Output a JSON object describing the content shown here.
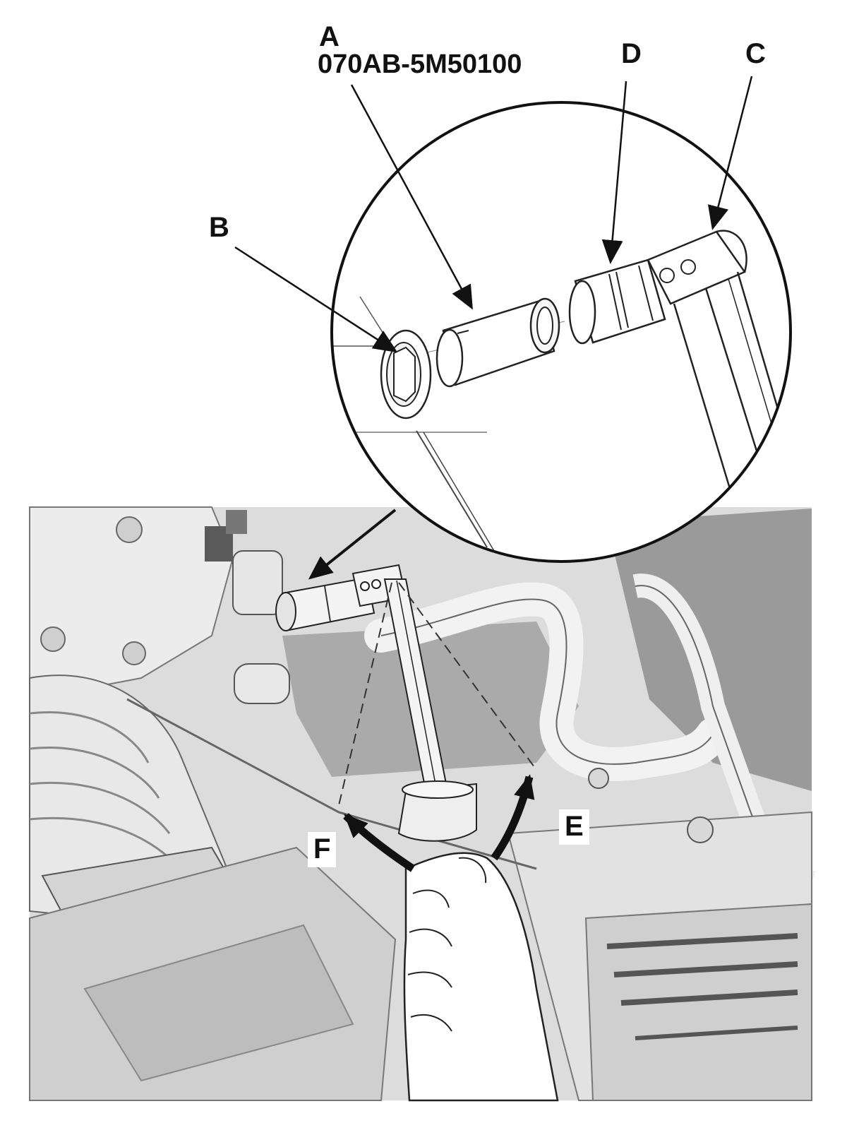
{
  "callouts": {
    "a_letter": "A",
    "a_part_number": "070AB-5M50100",
    "b": "B",
    "c": "C",
    "d": "D",
    "e": "E",
    "f": "F"
  }
}
